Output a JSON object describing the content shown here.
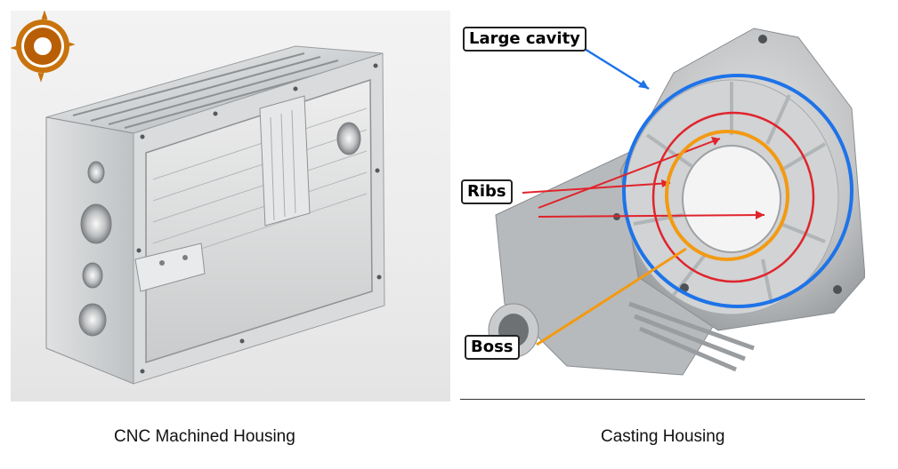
{
  "images": {
    "left": {
      "caption": "CNC Machined Housing",
      "logo_icon": "company-seal-logo"
    },
    "right": {
      "caption": "Casting Housing"
    }
  },
  "callouts": {
    "cavity": "Large cavity",
    "ribs": "Ribs",
    "boss": "Boss"
  },
  "colors": {
    "cavity_line": "#1e73e8",
    "ribs_line": "#e0242b",
    "boss_line": "#f39a12",
    "logo": "#c8730d"
  }
}
